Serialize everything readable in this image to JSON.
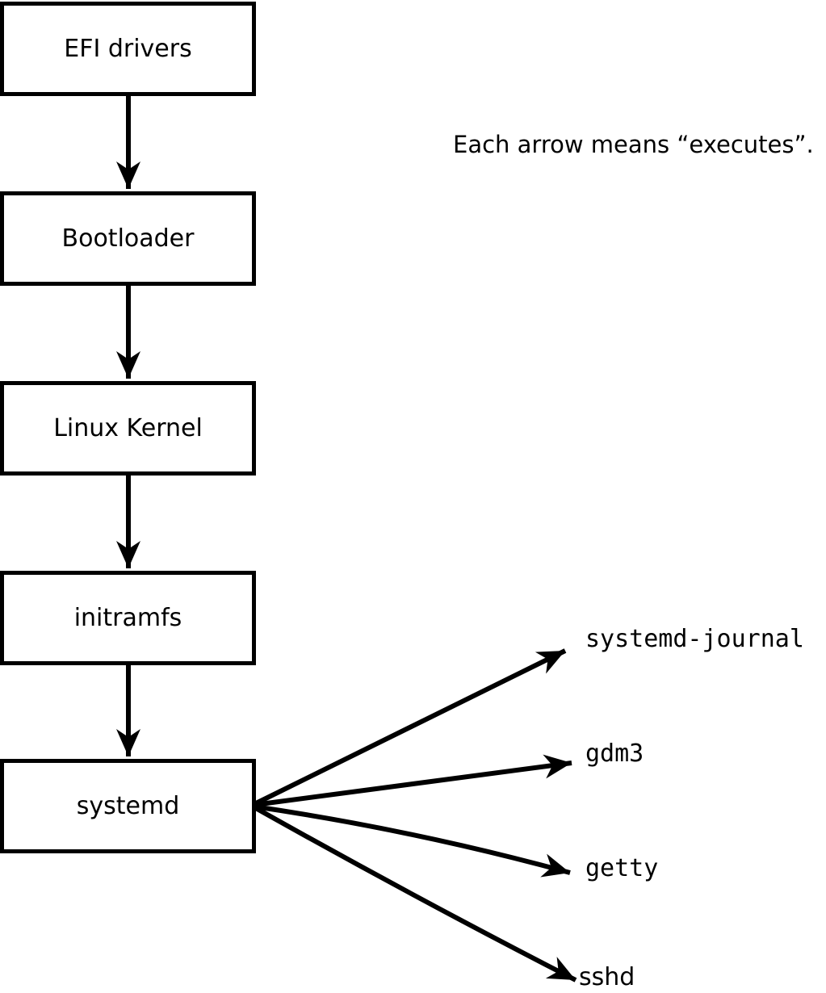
{
  "diagram": {
    "note": "Each arrow means “executes”.",
    "arrow_meaning": "executes",
    "nodes": [
      {
        "label": "EFI drivers"
      },
      {
        "label": "Bootloader"
      },
      {
        "label": "Linux Kernel"
      },
      {
        "label": "initramfs"
      },
      {
        "label": "systemd"
      }
    ],
    "spawned_processes": [
      {
        "label": "systemd-journal"
      },
      {
        "label": "gdm3"
      },
      {
        "label": "getty"
      },
      {
        "label": "sshd"
      }
    ],
    "edges": [
      {
        "from": "EFI drivers",
        "to": "Bootloader"
      },
      {
        "from": "Bootloader",
        "to": "Linux Kernel"
      },
      {
        "from": "Linux Kernel",
        "to": "initramfs"
      },
      {
        "from": "initramfs",
        "to": "systemd"
      },
      {
        "from": "systemd",
        "to": "systemd-journal"
      },
      {
        "from": "systemd",
        "to": "gdm3"
      },
      {
        "from": "systemd",
        "to": "getty"
      },
      {
        "from": "systemd",
        "to": "sshd"
      }
    ],
    "colors": {
      "line": "#000000",
      "text": "#000000",
      "box_fill": "#ffffff",
      "background": "#ffffff"
    }
  }
}
